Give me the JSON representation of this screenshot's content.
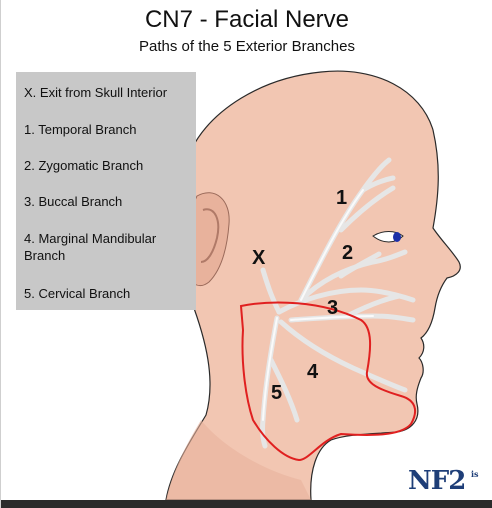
{
  "header": {
    "title": "CN7 - Facial Nerve",
    "subtitle": "Paths of the 5 Exterior Branches"
  },
  "legend": {
    "items": [
      "X. Exit from Skull Interior",
      "1. Temporal Branch",
      "2. Zygomatic Branch",
      "3. Buccal Branch",
      "4. Marginal Mandibular Branch",
      "5. Cervical Branch"
    ]
  },
  "diagram": {
    "markers": {
      "exit": "X",
      "temporal": "1",
      "zygomatic": "2",
      "buccal": "3",
      "marginal_mandibular": "4",
      "cervical": "5"
    },
    "colors": {
      "skin": "#f2c6b2",
      "skin_shadow": "#e8b29c",
      "nerve": "#ececec",
      "outline_red": "#e02020",
      "iris": "#1c2fa8"
    }
  },
  "logo": {
    "main": "NF2",
    "sub": "is"
  }
}
